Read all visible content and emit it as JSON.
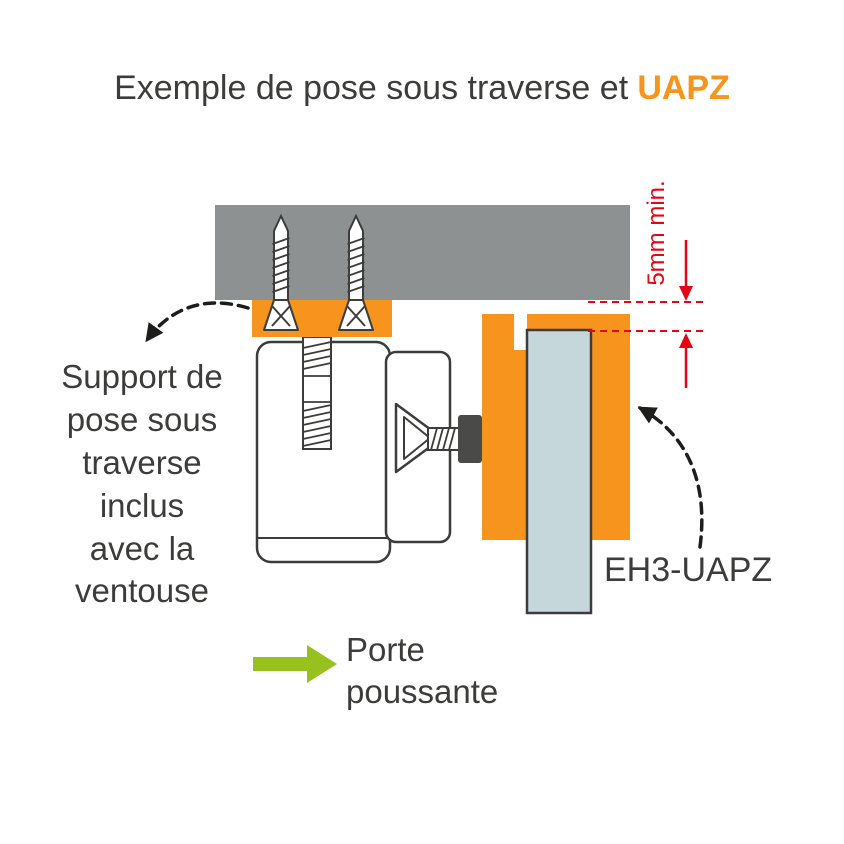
{
  "title": {
    "prefix": "Exemple de pose sous traverse et",
    "highlight": "UAPZ"
  },
  "annotations": {
    "support_label": "Support de\npose sous\ntraverse\ninclus\navec la\nventouse",
    "dimension_label": "5mm min.",
    "product_label": "EH3-UAPZ",
    "door_label": "Porte\npoussante"
  },
  "colors": {
    "accent_orange": "#F6941D",
    "dimension_red": "#E30613",
    "arrow_green": "#97C21D",
    "traverse_gray": "#8D9192",
    "glass_blue": "#C6D7DC",
    "ink": "#3C3C3B"
  },
  "icons": {
    "support_callout": "dashed-curved-arrow",
    "product_callout": "dashed-curved-arrow",
    "door_direction": "solid-right-arrow",
    "dimension_markers": "red-dimension-arrows"
  }
}
